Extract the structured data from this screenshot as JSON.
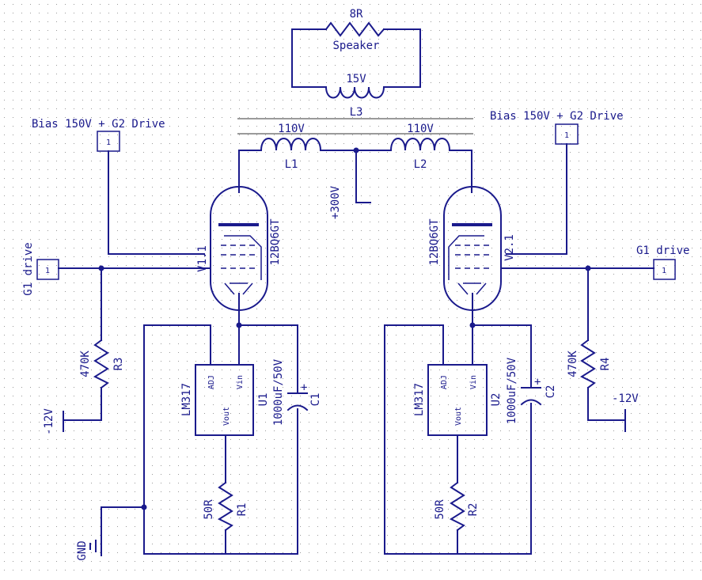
{
  "colors": {
    "ink": "#1a1a8c",
    "background": "#ffffff",
    "grid": "#9a9a9a",
    "core": "#9a9a9a"
  },
  "speaker": {
    "value": "8R",
    "label": "Speaker"
  },
  "L3": {
    "ref": "L3",
    "value": "15V"
  },
  "L1": {
    "ref": "L1",
    "value": "110V"
  },
  "L2": {
    "ref": "L2",
    "value": "110V"
  },
  "supply": {
    "label": "+300V"
  },
  "bias_left": {
    "label": "Bias 150V + G2 Drive",
    "pin": "1"
  },
  "bias_right": {
    "label": "Bias 150V + G2 Drive",
    "pin": "1"
  },
  "g1_left": {
    "label": "G1 drive",
    "pin": "1"
  },
  "g1_right": {
    "label": "G1 drive",
    "pin": "1"
  },
  "V1": {
    "ref": "V1.1",
    "part": "12BQ6GT"
  },
  "V2": {
    "ref": "V2.1",
    "part": "12BQ6GT"
  },
  "R3": {
    "ref": "R3",
    "value": "470K"
  },
  "R4": {
    "ref": "R4",
    "value": "470K"
  },
  "neg_left": {
    "label": "-12V"
  },
  "neg_right": {
    "label": "-12V"
  },
  "U1": {
    "ref": "U1",
    "part": "LM317",
    "pin_adj": "ADJ",
    "pin_vin": "Vin",
    "pin_vout": "Vout"
  },
  "U2": {
    "ref": "U2",
    "part": "LM317",
    "pin_adj": "ADJ",
    "pin_vin": "Vin",
    "pin_vout": "Vout"
  },
  "C1": {
    "ref": "C1",
    "value": "1000uF/50V",
    "polarity": "+"
  },
  "C2": {
    "ref": "C2",
    "value": "1000uF/50V",
    "polarity": "+"
  },
  "R1": {
    "ref": "R1",
    "value": "50R"
  },
  "R2": {
    "ref": "R2",
    "value": "50R"
  },
  "gnd": {
    "label": "GND"
  }
}
